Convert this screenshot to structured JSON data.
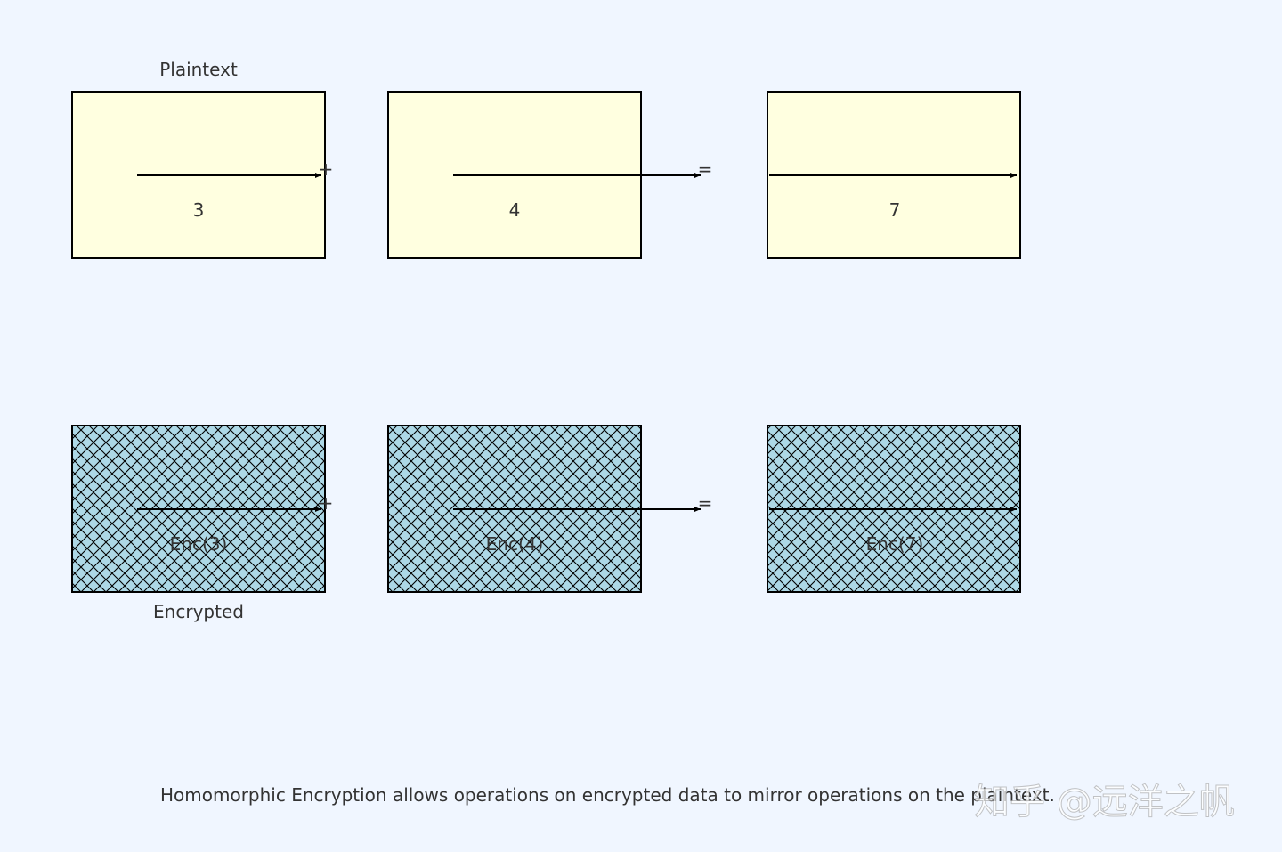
{
  "colors": {
    "background": "#f0f6ff",
    "plain_fill": "#ffffe0",
    "enc_fill": "#add8e6",
    "stroke": "#000000",
    "text": "#333333"
  },
  "plaintext_row": {
    "label": "Plaintext",
    "values": [
      "3",
      "4",
      "7"
    ],
    "operators": [
      "+",
      "="
    ]
  },
  "encrypted_row": {
    "label": "Encrypted",
    "values": [
      "Enc(3)",
      "Enc(4)",
      "Enc(7)"
    ],
    "operators": [
      "+",
      "="
    ],
    "pattern": "crosshatch"
  },
  "caption": "Homomorphic Encryption allows operations on encrypted data to mirror operations on the plaintext.",
  "watermark": "知乎 @远洋之帆"
}
